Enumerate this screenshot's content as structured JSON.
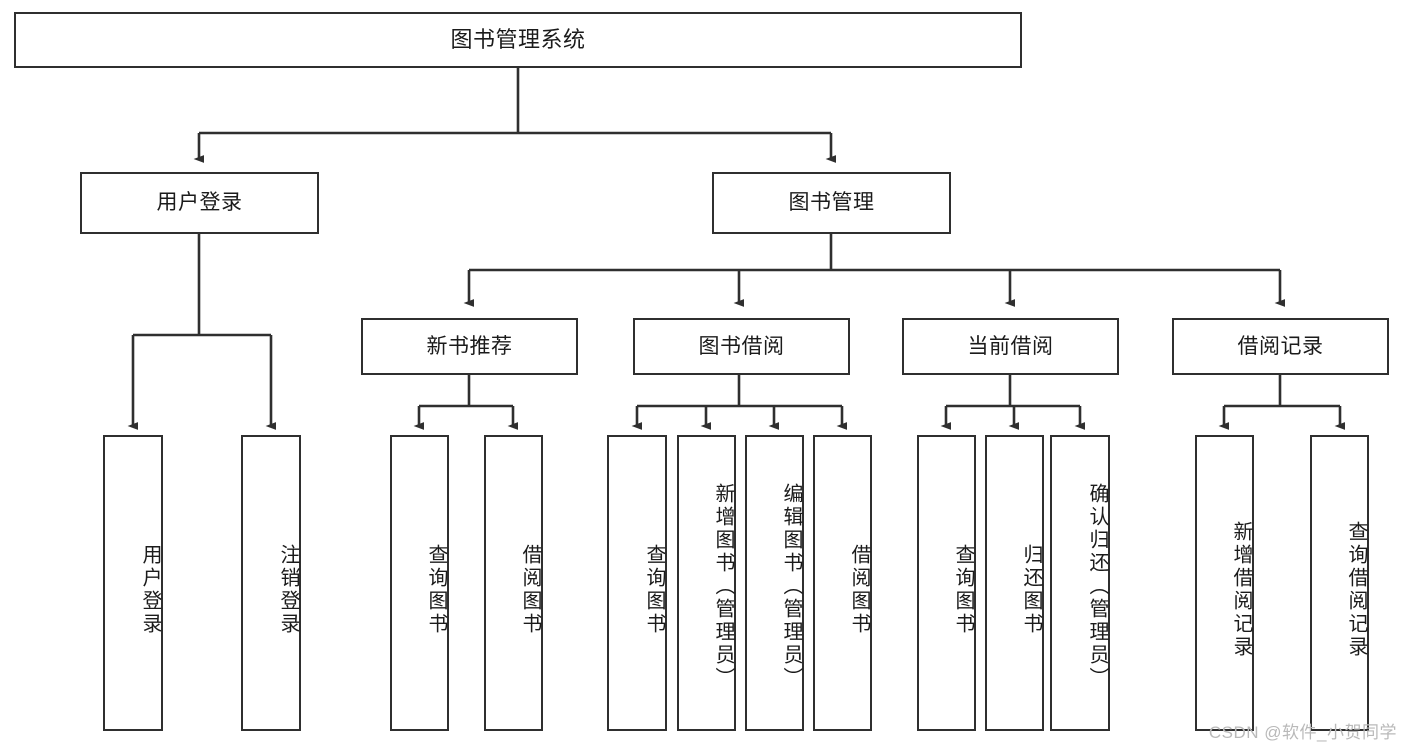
{
  "diagram": {
    "type": "tree-hierarchy",
    "title": "图书管理系统",
    "root": {
      "label": "图书管理系统"
    },
    "level1": [
      {
        "label": "用户登录"
      },
      {
        "label": "图书管理"
      }
    ],
    "level2": [
      {
        "label": "新书推荐",
        "parent": "图书管理"
      },
      {
        "label": "图书借阅",
        "parent": "图书管理"
      },
      {
        "label": "当前借阅",
        "parent": "图书管理"
      },
      {
        "label": "借阅记录",
        "parent": "图书管理"
      }
    ],
    "leaves": [
      {
        "label": "用户登录",
        "parent": "用户登录"
      },
      {
        "label": "注销登录",
        "parent": "用户登录"
      },
      {
        "label": "查询图书",
        "parent": "新书推荐"
      },
      {
        "label": "借阅图书",
        "parent": "新书推荐"
      },
      {
        "label": "查询图书",
        "parent": "图书借阅"
      },
      {
        "label": "新增图书（管理员）",
        "parent": "图书借阅"
      },
      {
        "label": "编辑图书（管理员）",
        "parent": "图书借阅"
      },
      {
        "label": "借阅图书",
        "parent": "图书借阅"
      },
      {
        "label": "查询图书",
        "parent": "当前借阅"
      },
      {
        "label": "归还图书",
        "parent": "当前借阅"
      },
      {
        "label": "确认归还（管理员）",
        "parent": "当前借阅"
      },
      {
        "label": "新增借阅记录",
        "parent": "借阅记录"
      },
      {
        "label": "查询借阅记录",
        "parent": "借阅记录"
      }
    ]
  },
  "watermark": {
    "text": "CSDN @软件_小贺同学"
  },
  "colors": {
    "stroke": "#2f2f2f",
    "background": "#ffffff",
    "text": "#1b1b1b",
    "watermark": "#b9b9b9"
  }
}
